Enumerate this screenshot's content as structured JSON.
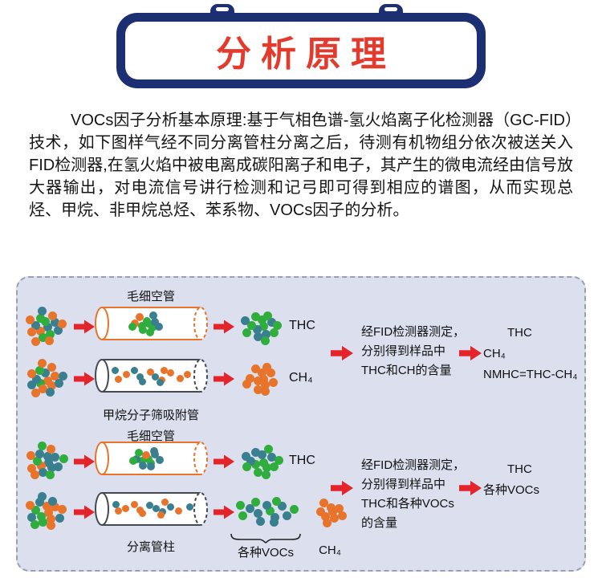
{
  "header": {
    "title": "分析原理"
  },
  "intro": {
    "text": "VOCs因子分析基本原理:基于气相色谱-氢火焰离子化检测器（GC-FID）技术，如下图样气经不同分离管柱分离之后，待测有机物组分依次被送关入FID检测器,在氢火焰中被电离成碳阳离子和电子，其产生的微电流经由信号放大器输出，对电流信号讲行检测和记弓即可得到相应的谱图，从而实现总烃、甲烷、非甲烷总烃、苯系物、VOCs因子的分析。"
  },
  "colors": {
    "navy": "#1c2f72",
    "accent_red": "#e3242b",
    "title_red": "#e23b2e",
    "green": "#2fae3e",
    "teal": "#3a7f8f",
    "orange": "#e8742c",
    "panel_bg": "#dcdfee"
  },
  "diagram": {
    "rows": {
      "r1": {
        "tube_label": "毛细空管",
        "output": "THC"
      },
      "r2": {
        "tube_label": "甲烷分子筛吸附管",
        "output": "CH₄"
      },
      "r3": {
        "tube_label": "毛细空管",
        "output": "THC"
      },
      "r4": {
        "tube_label": "分离管柱",
        "output_vocs": "各种VOCs",
        "output_ch4": "CH₄"
      }
    },
    "result1": {
      "desc": "经FID检测器测定，\n分别得到样品中\nTHC和CH的含量",
      "out": [
        "THC",
        "CH₄",
        "NMHC=THC-CH₄"
      ]
    },
    "result2": {
      "desc": "经FID检测器测定，\n分别得到样品中\nTHC和各种VOCs\n的含量",
      "out": [
        "THC",
        "各种VOCs"
      ]
    }
  }
}
